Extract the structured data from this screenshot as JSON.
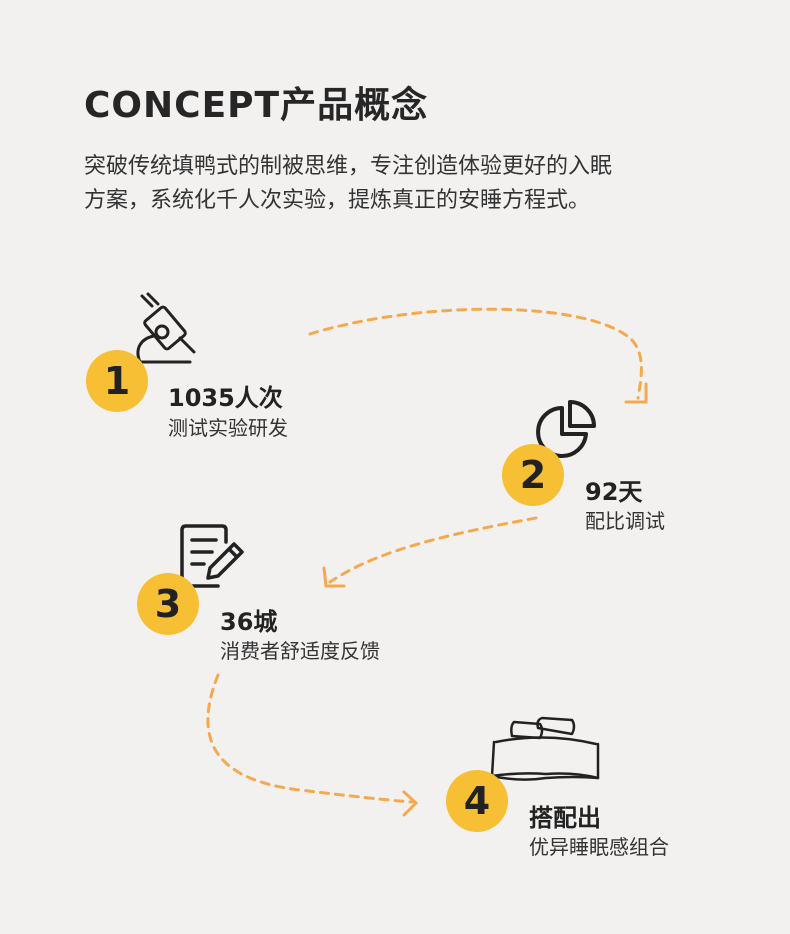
{
  "header": {
    "title": "CONCEPT产品概念",
    "desc_line1": "突破传统填鸭式的制被思维，专注创造体验更好的入眠",
    "desc_line2": "方案，系统化千人次实验，提炼真正的安睡方程式。"
  },
  "steps": [
    {
      "num": "1",
      "head": "1035人次",
      "sub": "测试实验研发",
      "icon": "microscope-icon"
    },
    {
      "num": "2",
      "head": "92天",
      "sub": "配比调试",
      "icon": "pie-chart-icon"
    },
    {
      "num": "3",
      "head": "36城",
      "sub": "消费者舒适度反馈",
      "icon": "document-pen-icon"
    },
    {
      "num": "4",
      "head": "搭配出",
      "sub": "优异睡眠感组合",
      "icon": "bed-icon"
    }
  ],
  "colors": {
    "accent": "#f7bf33",
    "path": "#f5a94f",
    "text": "#222222",
    "background": "#f2f1f0"
  }
}
